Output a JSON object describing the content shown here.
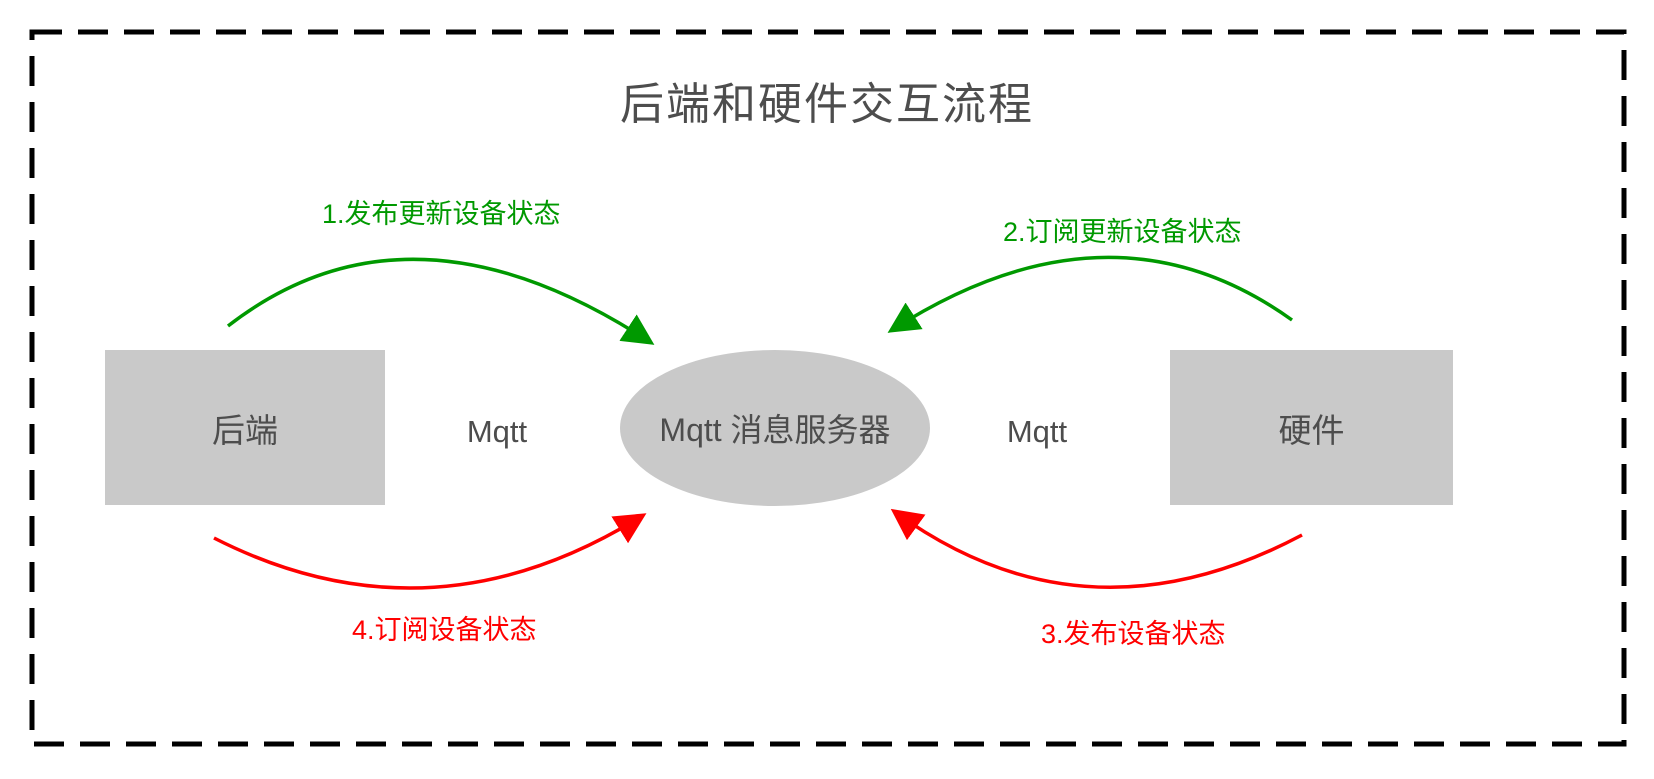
{
  "diagram": {
    "title": "后端和硬件交互流程",
    "nodes": {
      "backend": {
        "label": "后端"
      },
      "hardware": {
        "label": "硬件"
      },
      "server": {
        "label": "Mqtt 消息服务器"
      }
    },
    "protocol_labels": {
      "left": "Mqtt",
      "right": "Mqtt"
    },
    "arrows": [
      {
        "id": 1,
        "label": "1.发布更新设备状态",
        "from": "backend",
        "to": "server",
        "color": "#009900",
        "position": "top-left"
      },
      {
        "id": 2,
        "label": "2.订阅更新设备状态",
        "from": "hardware",
        "to": "server",
        "color": "#009900",
        "position": "top-right"
      },
      {
        "id": 3,
        "label": "3.发布设备状态",
        "from": "hardware",
        "to": "server",
        "color": "#ff0000",
        "position": "bottom-right"
      },
      {
        "id": 4,
        "label": "4.订阅设备状态",
        "from": "backend",
        "to": "server",
        "color": "#ff0000",
        "position": "bottom-left"
      }
    ],
    "colors": {
      "node_fill": "#c9c9c9",
      "text": "#4d4d4d",
      "green": "#009900",
      "red": "#ff0000",
      "border": "#000000",
      "background": "#ffffff"
    }
  }
}
